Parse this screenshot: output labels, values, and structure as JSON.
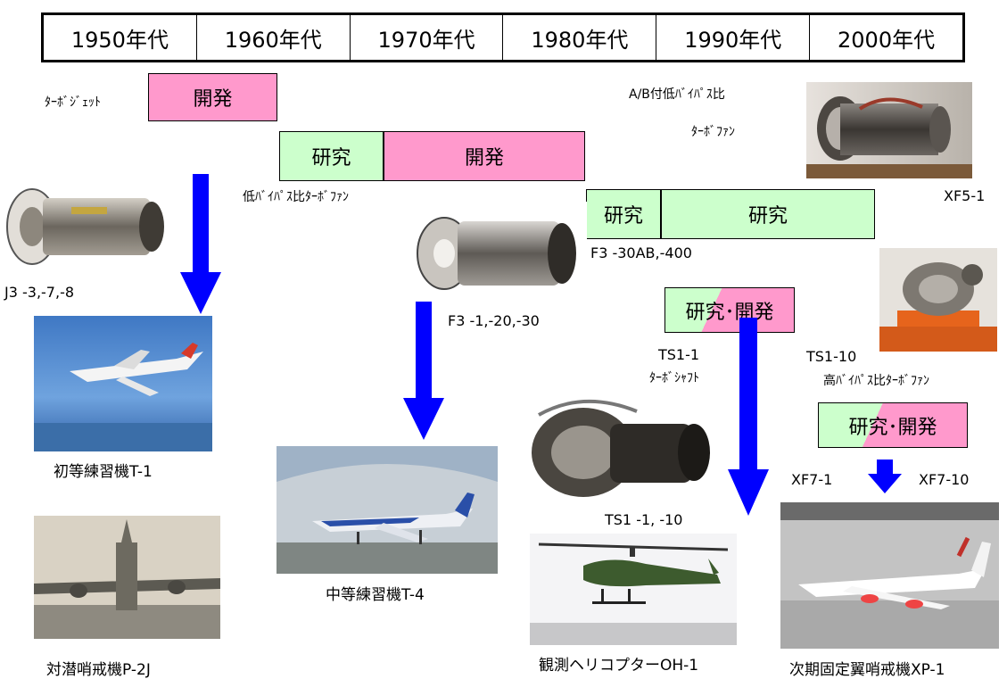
{
  "decades": [
    "1950年代",
    "1960年代",
    "1970年代",
    "1980年代",
    "1990年代",
    "2000年代"
  ],
  "bars": {
    "turbojet_dev": "開発",
    "lbp_research": "研究",
    "lbp_dev": "開発",
    "ab_research1": "研究",
    "ab_research2": "研究",
    "ts1_rd": "研究･開発",
    "hbp_rd": "研究･開発"
  },
  "labels": {
    "turbojet": "ﾀｰﾎﾞｼﾞｪｯﾄ",
    "low_bypass": "低ﾊﾞｲﾊﾟｽ比ﾀｰﾎﾞﾌｧﾝ",
    "ab_low_bypass_line1": "A/B付低ﾊﾞｲﾊﾟｽ比",
    "ab_low_bypass_line2": "ﾀｰﾎﾞﾌｧﾝ",
    "xf5": "XF5-1",
    "j3": "J3 -3,-7,-8",
    "f3_30ab": "F3 -30AB,-400",
    "f3": "F3 -1,-20,-30",
    "ts1_1_line1": "TS1-1",
    "ts1_1_line2": "ﾀｰﾎﾞｼｬﾌﾄ",
    "ts1_10": "TS1-10",
    "high_bypass": "高ﾊﾞｲﾊﾟｽ比ﾀｰﾎﾞﾌｧﾝ",
    "xf7_1": "XF7-1",
    "xf7_10": "XF7-10",
    "ts1": "TS1 -1, -10",
    "t1": "初等練習機T-1",
    "t4": "中等練習機T-4",
    "p2j": "対潜哨戒機P-2J",
    "oh1": "観測ヘリコプターOH-1",
    "xp1": "次期固定翼哨戒機XP-1"
  },
  "colors": {
    "develop": "#ff99cc",
    "research": "#ccffcc",
    "arrow": "#0000ff"
  }
}
